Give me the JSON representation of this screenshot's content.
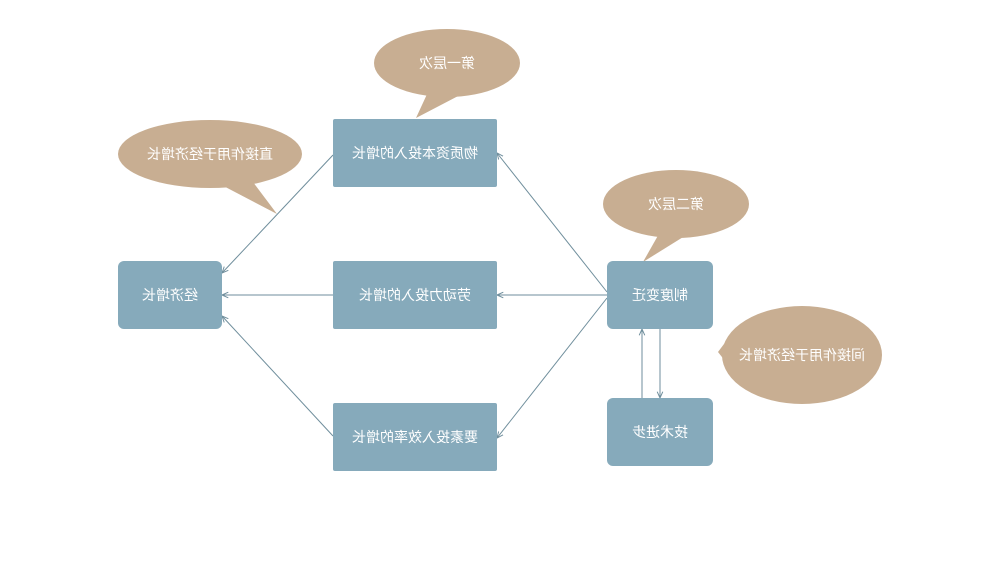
{
  "colors": {
    "box_fill": "#86aabb",
    "box_text": "#ffffff",
    "bubble_fill": "#c8ae92",
    "bubble_text": "#ffffff",
    "connector": "#6f8e9c"
  },
  "text_rendering": "mirrored",
  "nodes": {
    "economic_growth": "经济增长",
    "physical_capital": "物质资本投入的增长",
    "labor_input": "劳动力投入的增长",
    "factor_efficiency": "要素投入效率的增长",
    "institutional_change": "制度变迁",
    "tech_progress": "技术进步"
  },
  "callouts": {
    "first_level": "第一层次",
    "second_level": "第二层次",
    "direct_effect": "直接作用于经济增长",
    "indirect_effect": "间接作用于经济增长"
  }
}
